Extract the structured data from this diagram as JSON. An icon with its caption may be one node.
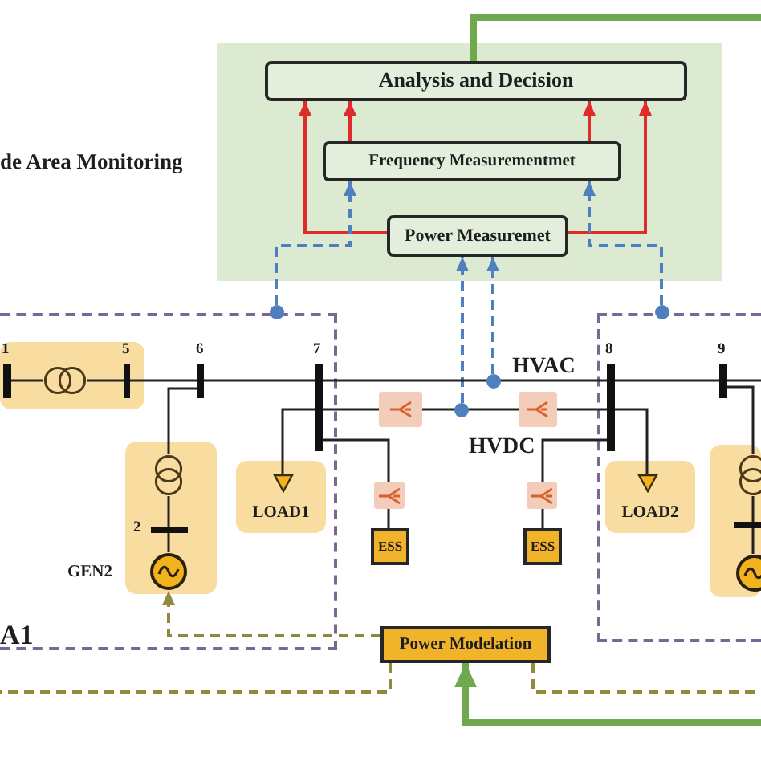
{
  "diagram": {
    "nodes": [
      {
        "text": [
          "de Area Monitoring"
        ]
      },
      {
        "text": [
          "Analysis and Decision"
        ],
        "in": 0
      },
      {
        "text": [
          "Frequency Measurementmet"
        ],
        "in": 0
      },
      {
        "text": [
          "Power Measuremet"
        ],
        "in": 0
      },
      {
        "text": [
          "A1"
        ]
      },
      {
        "text": [],
        "shape": "circle"
      },
      {
        "text": [],
        "shape": "box",
        "in": 4
      },
      {
        "text": [],
        "shape": "bar",
        "beside": [
          "1"
        ],
        "in": 6
      },
      {
        "text": [],
        "shape": "circle",
        "in": 6
      },
      {
        "text": [],
        "shape": "bar",
        "beside": [
          "5"
        ],
        "in": 6
      },
      {
        "text": [],
        "shape": "bar",
        "beside": [
          "6"
        ],
        "in": 4
      },
      {
        "text": [],
        "shape": "bar",
        "beside": [
          "7"
        ],
        "in": 4
      },
      {
        "text": [],
        "shape": "box",
        "in": 4
      },
      {
        "text": [],
        "shape": "circle",
        "in": 12
      },
      {
        "text": [],
        "shape": "bar",
        "beside": [
          "2"
        ],
        "in": 12
      },
      {
        "text": [],
        "shape": "circle",
        "beside": [
          "GEN2"
        ],
        "in": 12
      },
      {
        "text": [
          "LOAD1"
        ],
        "in": 4
      },
      {
        "text": [],
        "shape": "triangle",
        "in": 16
      },
      {
        "text": [],
        "shape": "box"
      },
      {
        "text": [],
        "shape": "circle"
      },
      {
        "text": [],
        "shape": "circle"
      },
      {
        "text": [],
        "shape": "box"
      },
      {
        "text": [],
        "shape": "box"
      },
      {
        "text": [
          "ESS"
        ]
      },
      {
        "text": [],
        "shape": "box"
      },
      {
        "text": [
          "ESS"
        ]
      },
      {
        "text": [],
        "shape": "box"
      },
      {
        "text": [],
        "shape": "circle"
      },
      {
        "text": [],
        "shape": "bar",
        "beside": [
          "8"
        ],
        "in": 26
      },
      {
        "text": [],
        "shape": "bar",
        "beside": [
          "9"
        ],
        "in": 26
      },
      {
        "text": [
          "LOAD2"
        ],
        "in": 26
      },
      {
        "text": [],
        "shape": "triangle",
        "in": 30
      },
      {
        "text": [],
        "shape": "box",
        "in": 26
      },
      {
        "text": [],
        "shape": "circle",
        "in": 32
      },
      {
        "text": [],
        "shape": "bar",
        "in": 32
      },
      {
        "text": [],
        "shape": "circle",
        "in": 32
      },
      {
        "text": [
          "Power Modelation"
        ]
      }
    ],
    "edges": [
      {
        "from": 3,
        "to": 1,
        "arrow": "to",
        "color": "#e02b2b"
      },
      {
        "from": 2,
        "to": 1,
        "arrow": "to",
        "color": "#e02b2b"
      },
      {
        "from": 2,
        "to": 1,
        "arrow": "to",
        "color": "#e02b2b"
      },
      {
        "from": 3,
        "to": 1,
        "arrow": "to",
        "color": "#e02b2b"
      },
      {
        "from": 5,
        "to": 2,
        "arrow": "to",
        "style": "dashed",
        "color": "#4f7fbf"
      },
      {
        "from": 27,
        "to": 2,
        "arrow": "to",
        "style": "dashed",
        "color": "#4f7fbf"
      },
      {
        "from": 19,
        "to": 3,
        "arrow": "to",
        "style": "dashed",
        "color": "#4f7fbf"
      },
      {
        "from": 20,
        "to": 3,
        "arrow": "to",
        "style": "dashed",
        "color": "#4f7fbf"
      },
      {
        "from": 1,
        "to": null,
        "arrow": "none",
        "style": "thick",
        "color": "#6fa84f"
      },
      {
        "from": 7,
        "to": 8,
        "arrow": "none"
      },
      {
        "from": 8,
        "to": 9,
        "arrow": "none"
      },
      {
        "from": 9,
        "to": 10,
        "arrow": "none"
      },
      {
        "from": 10,
        "to": 11,
        "arrow": "none"
      },
      {
        "from": 10,
        "to": 13,
        "arrow": "none"
      },
      {
        "from": 13,
        "to": 14,
        "arrow": "none"
      },
      {
        "from": 14,
        "to": 15,
        "arrow": "none"
      },
      {
        "from": 11,
        "to": 17,
        "arrow": "none"
      },
      {
        "from": 11,
        "to": 18,
        "arrow": "none"
      },
      {
        "from": 18,
        "to": 21,
        "arrow": "none"
      },
      {
        "from": 21,
        "to": 28,
        "arrow": "none"
      },
      {
        "from": 11,
        "to": 28,
        "arrow": "none"
      },
      {
        "from": 11,
        "to": 22,
        "arrow": "none"
      },
      {
        "from": 22,
        "to": 23,
        "arrow": "none"
      },
      {
        "from": 28,
        "to": 31,
        "arrow": "none"
      },
      {
        "from": 28,
        "to": 24,
        "arrow": "none"
      },
      {
        "from": 24,
        "to": 25,
        "arrow": "none"
      },
      {
        "from": 28,
        "to": 29,
        "arrow": "none"
      },
      {
        "from": 29,
        "to": null,
        "arrow": "none"
      },
      {
        "from": 29,
        "to": 33,
        "arrow": "none"
      },
      {
        "from": 33,
        "to": 34,
        "arrow": "none"
      },
      {
        "from": 34,
        "to": 35,
        "arrow": "none"
      },
      {
        "from": 36,
        "to": 15,
        "arrow": "to",
        "style": "dashed",
        "color": "#8f8a3e"
      },
      {
        "from": 36,
        "to": null,
        "arrow": "none",
        "style": "dashed",
        "color": "#8f8a3e"
      },
      {
        "from": 36,
        "to": null,
        "arrow": "none",
        "style": "dashed",
        "color": "#8f8a3e"
      },
      {
        "from": null,
        "to": 36,
        "arrow": "to",
        "style": "thick",
        "color": "#6fa84f"
      }
    ],
    "labels": [
      "HVAC",
      "HVDC"
    ]
  }
}
